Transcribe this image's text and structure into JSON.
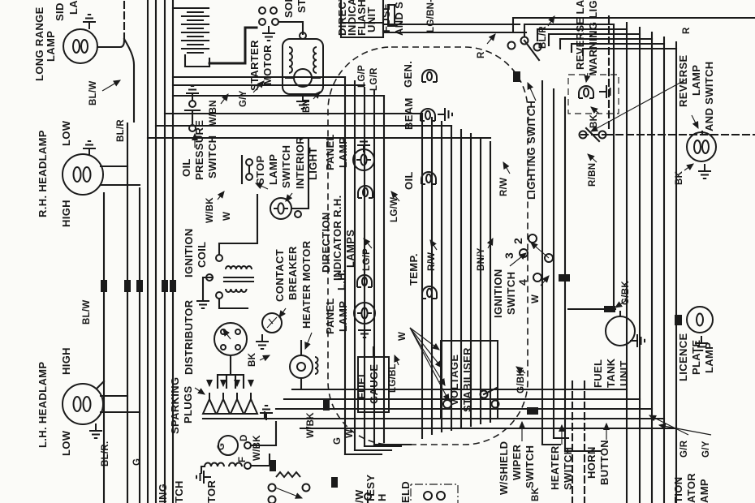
{
  "colors": {
    "ink": "#1a1a1a",
    "paper": "#fbfbf8"
  },
  "labels": {
    "side_lamp": [
      "SID",
      "LA"
    ],
    "long_range_lamp": [
      "LONG RANGE",
      "LAMP"
    ],
    "rh_headlamp": "R.H. HEADLAMP",
    "rh_low": "LOW",
    "rh_high": "HIGH",
    "lh_headlamp": "L.H. HEADLAMP",
    "lh_high": "HIGH",
    "lh_low": "LOW",
    "oil_pressure_switch": [
      "OIL",
      "PRESSURE",
      "SWITCH"
    ],
    "ignition_coil": [
      "IGNITION",
      "COIL"
    ],
    "contact_breaker": [
      "CONTACT",
      "BREAKER"
    ],
    "distributor": "DISTRIBUTOR",
    "sparking_plugs": [
      "SPARKING",
      "PLUGS"
    ],
    "heater_motor": "HEATER MOTOR",
    "starter_motor": [
      "STARTER",
      "MOTOR"
    ],
    "solenoid": [
      "SOL",
      "ST"
    ],
    "stop_lamp_switch": [
      "STOP",
      "LAMP",
      "SWITCH"
    ],
    "interior_light": [
      "INTERIOR",
      "LIGHT"
    ],
    "flasher_unit": [
      "DIRECT",
      "INDICA",
      "FLASHI",
      "UNIT",
      "FUSE",
      "AND S"
    ],
    "panel_lamp_upper": [
      "PANEL",
      "LAMP"
    ],
    "panel_lamp_lower": [
      "PANEL",
      "LAMP"
    ],
    "direction_indicator": [
      "DIRECTION",
      "INDICATOR R.H.",
      "LAMPS"
    ],
    "direction_lh": "L.H.",
    "gen_warning": "GEN.",
    "beam_warning": "BEAM",
    "oil_warning": "OIL",
    "temp_warning": "TEMP.",
    "lighting_switch": "LIGHTING SWITCH",
    "ignition_switch": [
      "IGNITION",
      "SWITCH"
    ],
    "reverse_warning": [
      "REVERSE LA",
      "WARNING LIG"
    ],
    "reverse_lamp_switch": [
      "REVERSE",
      "LAMP",
      "AND SWITCH"
    ],
    "fuel_gauge": [
      "FUEL",
      "GAUGE"
    ],
    "voltage_stabiliser": [
      "VOLTAGE",
      "STABILISER"
    ],
    "fuel_tank_unit": [
      "FUEL",
      "TANK",
      "UNIT"
    ],
    "licence_plate_lamp": [
      "LICENCE",
      "PLATE",
      "LAMP"
    ],
    "heater_switch": [
      "HEATER",
      "SWITCH"
    ],
    "horn_button": [
      "HORN",
      "BUTTON"
    ],
    "wiper_switch": [
      "W/SHIELD",
      "WIPER",
      "SWITCH"
    ],
    "generator_partial": "TOR",
    "dip_switch_partial": [
      "ING",
      "TCH"
    ],
    "courtesy_partial": [
      "/W",
      "TESY",
      "H"
    ],
    "wshield_partial": "ELD",
    "rear_indicator_partial": [
      "TION",
      "ATOR",
      "AMP"
    ]
  },
  "wires": {
    "blw_top": "BL/W",
    "blr_top": "BL/R",
    "blw_mid": "BL/W",
    "blr_bot": "BL/R.",
    "g_left": "G",
    "gy_top": "G/Y",
    "wbn": "W/BN",
    "bn": "BN",
    "wbk_coil": "W/BK",
    "w_coil": "W",
    "bk_heater": "BK",
    "wbk_gen": "W/BK",
    "wbk_gen2": "W/BK",
    "lgp_top": "LG/P",
    "lgr_top": "LG/R",
    "lgbn_top": "LG/BN-",
    "lgw": "LG/W",
    "lgp_mid": "LG/P",
    "rw_mid": "R/W",
    "rw_right": "R/W",
    "bny": "BN/Y",
    "w_vs": "W",
    "lgbl": "LG/BL",
    "gbk_tank": "G/BK",
    "gbk_low": "G/BK",
    "w_ign": "W",
    "blr_right": "BL/R",
    "r_mid": "R",
    "r_edge": "R",
    "bk_warn": "BK",
    "rbn": "R/BN",
    "bk_rev": "BK",
    "gr_bot": "G/R",
    "gy_bot": "G/Y",
    "bk_bot": "BK",
    "g_bot": "G",
    "w_bot": "W"
  },
  "terminals": {
    "d": "D",
    "f": "F",
    "g": "G",
    "n2": "2",
    "n3": "3",
    "n4": "4"
  }
}
